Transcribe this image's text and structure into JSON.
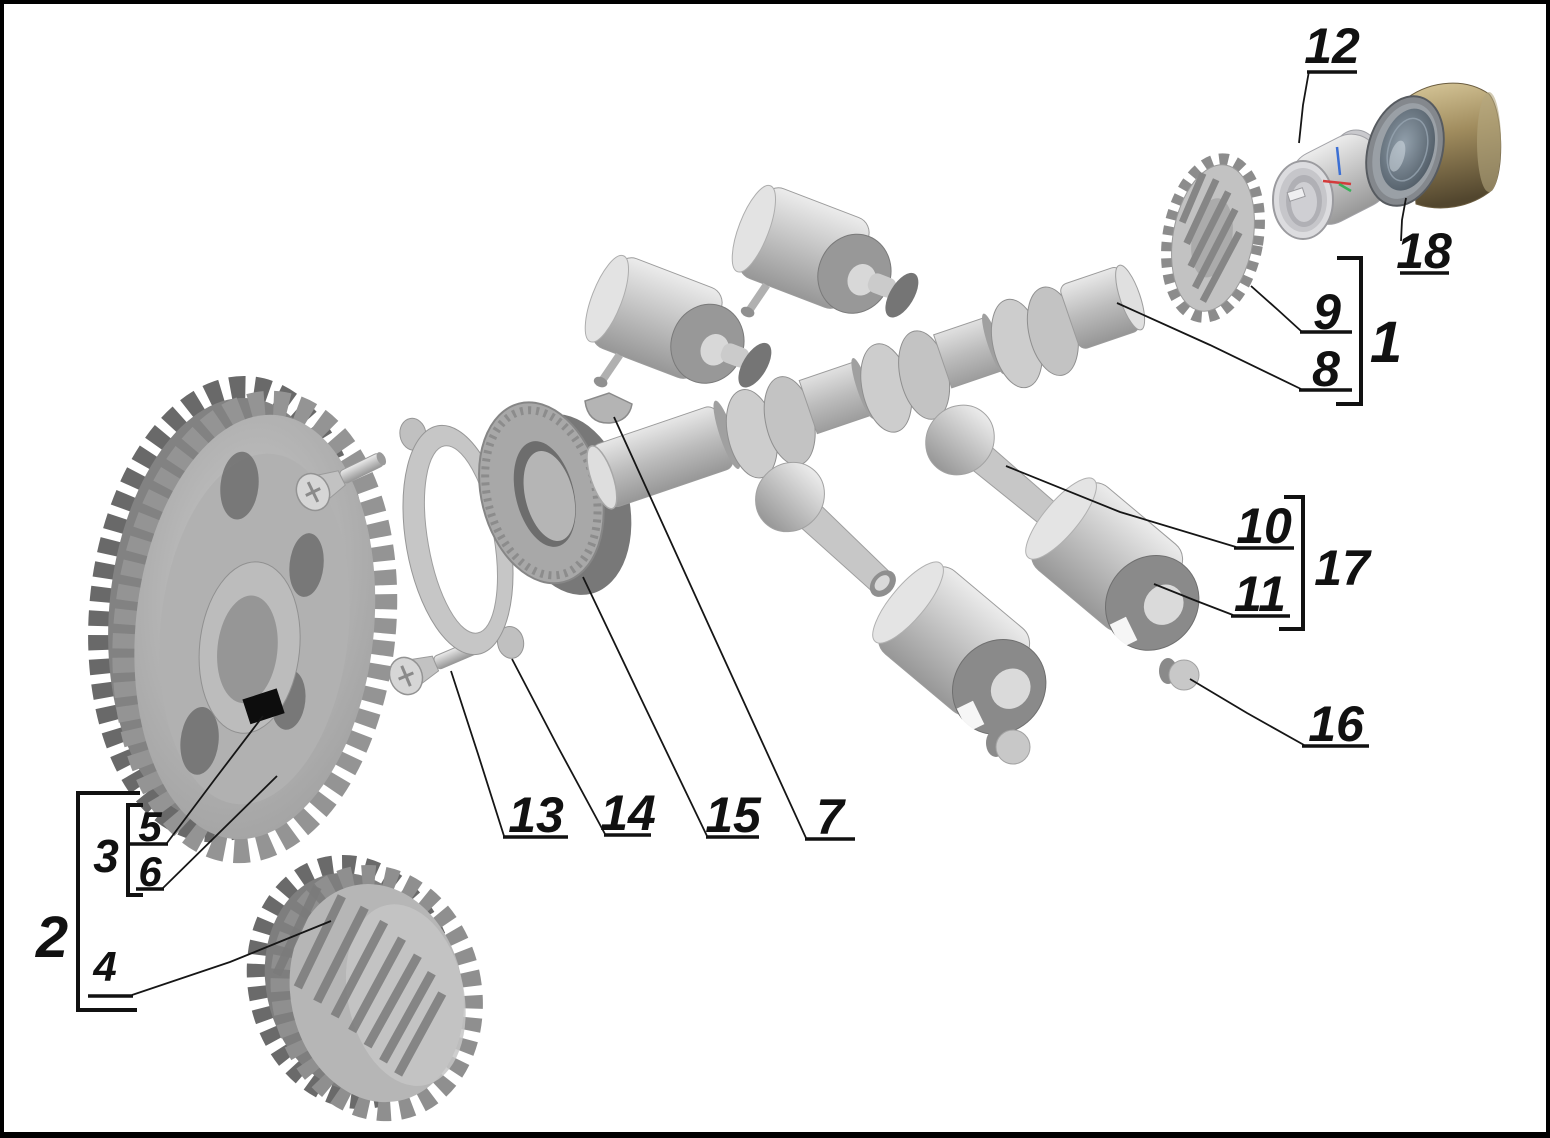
{
  "figure": {
    "type": "exploded-parts-diagram",
    "background": "#ffffff",
    "ink": "#111111",
    "callouts": {
      "1": "1",
      "2": "2",
      "3": "3",
      "4": "4",
      "5": "5",
      "6": "6",
      "7": "7",
      "8": "8",
      "9": "9",
      "10": "10",
      "11": "11",
      "12": "12",
      "13": "13",
      "14": "14",
      "15": "15",
      "16": "16",
      "17": "17",
      "18": "18"
    },
    "groups": [
      {
        "label": "1",
        "members": [
          "9",
          "8"
        ]
      },
      {
        "label": "2",
        "members": [
          "3",
          "4"
        ]
      },
      {
        "label": "3",
        "members": [
          "5",
          "6"
        ]
      },
      {
        "label": "17",
        "members": [
          "10",
          "11"
        ]
      }
    ],
    "colors": {
      "part_grey": "#b5b5b5",
      "dark_grey": "#7a7a7a",
      "bronze_bushing": "#a08c5e",
      "steel_bore": "#6b7884",
      "axis_x": "#d43b3b",
      "axis_y": "#3baf5a",
      "axis_z": "#3b6fd4"
    }
  }
}
